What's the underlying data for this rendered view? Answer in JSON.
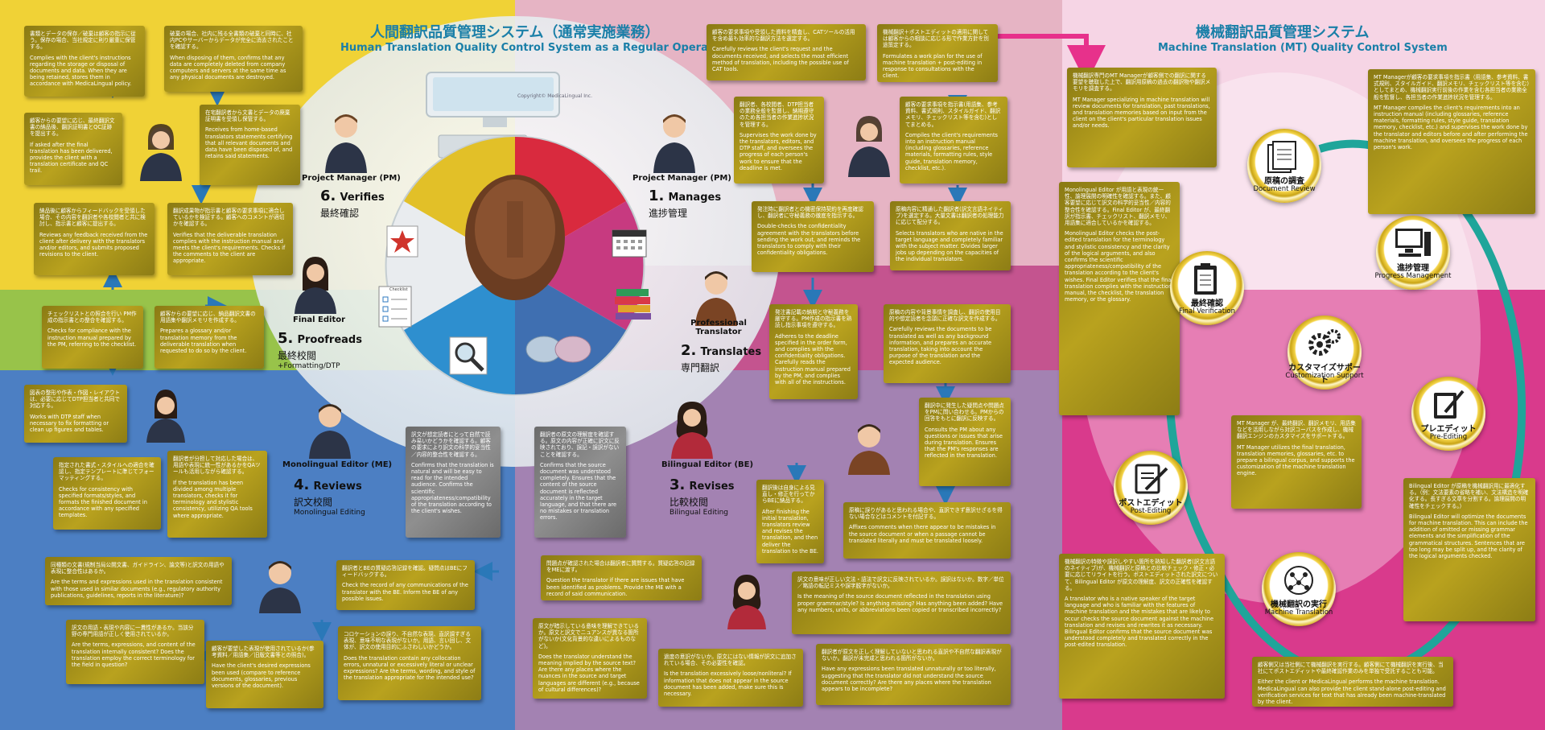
{
  "left_title": {
    "jp": "人間翻訳品質管理システム（通常実施業務）",
    "en": "Human Translation Quality Control System as a Regular Operation"
  },
  "right_title": {
    "jp": "機械翻訳品質管理システム",
    "en": "Machine Translation (MT) Quality Control System"
  },
  "monitor_copyright": "Copyright© MedicaLingual Inc.",
  "steps": {
    "s1": {
      "num": "1.",
      "en": "Manages",
      "jp": "進捗管理"
    },
    "s2": {
      "num": "2.",
      "en": "Translates",
      "jp": "専門翻訳"
    },
    "s3": {
      "num": "3.",
      "en": "Revises",
      "jp": "比較校閲",
      "sub": "Bilingual Editing"
    },
    "s4": {
      "num": "4.",
      "en": "Reviews",
      "jp": "訳文校閲",
      "sub": "Monolingual Editing"
    },
    "s5": {
      "num": "5.",
      "en": "Proofreads",
      "jp": "最終校閲",
      "sub": "+Formatting/DTP"
    },
    "s6": {
      "num": "6.",
      "en": "Verifies",
      "jp": "最終確認"
    }
  },
  "roles": {
    "pm_left": "Project Manager (PM)",
    "pm_right": "Project Manager (PM)",
    "translator": "Professional Translator",
    "bilingual": "Bilingual Editor (BE)",
    "monolingual": "Monolingual Editor (ME)",
    "final": "Final Editor"
  },
  "checklist_label": "Checklist",
  "human_boxes": [
    {
      "jp": "書類とデータの保存／破棄は顧客の指示に従う。保存の場合、当社規定に則り厳重に保管する。",
      "en": "Complies with the client's instructions regarding the storage or disposal of documents and data. When they are being retained, stores them in accordance with MedicaLingual policy."
    },
    {
      "jp": "破棄の場合、社内に残る全書類の破棄と同時に、社内PCやサーバーからデータが完全に消去されたことを確認する。",
      "en": "When disposing of them, confirms that any data are completely deleted from company computers and servers at the same time as any physical documents are destroyed."
    },
    {
      "jp": "顧客からの要望に応じ、最終翻訳文書の納品後、翻訳証明書とQC証跡を提出する。",
      "en": "If asked after the final translation has been delivered, provides the client with a translation certificate and QC trail."
    },
    {
      "jp": "在宅翻訳者から文書とデータの廃棄証明書を受領し保管する。",
      "en": "Receives from home-based translators statements certifying that all relevant documents and data have been disposed of, and retains said statements."
    },
    {
      "jp": "納品後に顧客からフィードバックを受領した場合、その内容を翻訳者や各校閲者と共に検討し、指示書と顧客に提出する。",
      "en": "Reviews any feedback received from the client after delivery with the translators and/or editors, and submits proposed revisions to the client."
    },
    {
      "jp": "翻訳成果物が指示書と顧客の要求事項に適合しているかを検証する。顧客へのコメントが適切かを確認する。",
      "en": "Verifies that the deliverable translation complies with the instruction manual and meets the client's requirements. Checks if the comments to the client are appropriate."
    },
    {
      "jp": "チェックリストとの照合を行い PM作成の指示書との整合を確認する。",
      "en": "Checks for compliance with the instruction manual prepared by the PM, referring to the checklist."
    },
    {
      "jp": "顧客からの要望に応じ、納品翻訳文書の用語集や翻訳メモリを作成する。",
      "en": "Prepares a glossary and/or translation memory from the deliverable translation when requested to do so by the client."
    },
    {
      "jp": "図表の整形や作表・作図・レイアウトは、必要に応じてDTP担当者と共同で対応する。",
      "en": "Works with DTP staff when necessary to fix formatting or clean up figures and tables."
    },
    {
      "jp": "指定された書式・スタイルへの適合を確認し、指定テンプレートに準じてフォーマッティングする。",
      "en": "Checks for consistency with specified formats/styles, and formats the finished document in accordance with any specified templates."
    },
    {
      "jp": "翻訳者が分担して対応した場合は、用語や表現に統一性があるかをQAツールも活用しながら確認する。",
      "en": "If the translation has been divided among multiple translators, checks it for terminology and stylistic consistency, utilizing QA tools where appropriate."
    },
    {
      "jp": "訳文が想定読者にとって自然で読み易いかどうかを確認する。顧客の要求により訳文の科学的妥当性／内容的整合性を確認する。",
      "en": "Confirms that the translation is natural and will be easy to read for the intended audience. Confirms the scientific appropriateness/compatibility of the translation according to the client's wishes."
    },
    {
      "jp": "翻訳者の原文の理解度を確認する。原文の内容が正確に訳文に反映されており、誤記・誤訳がないことを確認する。",
      "en": "Confirms that the source document was understood completely. Ensures that the content of the source document is reflected accurately in the target language, and that there are no mistakes or translation errors."
    },
    {
      "jp": "同種類の文書(規制当局公開文書、ガイドライン、論文等)と訳文の用語や表現に整合性はあるか。",
      "en": "Are the terms and expressions used in the translation consistent with those used in similar documents (e.g., regulatory authority publications, guidelines, reports in the literature)?"
    },
    {
      "jp": "翻訳者とBEの質疑応答記録を確認。疑問点はBEにフィードバックする。",
      "en": "Check the record of any communications of the translator with the BE. Inform the BE of any possible issues."
    },
    {
      "jp": "訳文の用語・表現や内容に一貫性があるか。当該分野の専門用語が正しく使用されているか。",
      "en": "Are the terms, expressions, and content of the translation internally consistent? Does the translation employ the correct terminology for the field in question?"
    },
    {
      "jp": "顧客が要望した表現が使用されているか(参考資料／用語集／旧版文書等との照合)。",
      "en": "Have the client's desired expressions been used (compare to reference documents, glossaries, previous versions of the document)."
    },
    {
      "jp": "コロケーションの誤り、不自然な表現、直訳調すぎる表現、意味不明な表現がないか。用語、言い回し、文体が、訳文の使用目的にふさわしいかどうか。",
      "en": "Does the translation contain any collocation errors, unnatural or excessively literal or unclear expressions? Are the terms, wording, and style of the translation appropriate for the intended use?"
    },
    {
      "jp": "問題点が確認された場合は翻訳者に質問する。質疑応答の記録をMEに渡す。",
      "en": "Question the translator if there are issues that have been identified as problems. Provide the ME with a record of said communication."
    },
    {
      "jp": "原文が暗示している意味を理解できているか。原文と訳文でニュアンスが異なる箇所がないか(文化背景的な違いによるものなど)。",
      "en": "Does the translator understand the meaning implied by the source text? Are there any places where the nuances in the source and target languages are different (e.g., because of cultural differences)?"
    },
    {
      "jp": "過度の意訳がないか。原文にはない情報が訳文に追加されている場合、その必要性を確認。",
      "en": "Is the translation excessively loose/nonliteral? If information that does not appear in the source document has been added, make sure this is necessary."
    },
    {
      "jp": "翻訳者が原文を正しく理解していないと思われる直訳や不自然な翻訳表現がないか。翻訳が未完成と思われる箇所がないか。",
      "en": "Have any expressions been translated unnaturally or too literally, suggesting that the translator did not understand the source document correctly? Are there any places where the translation appears to be incomplete?"
    },
    {
      "jp": "訳文の意味が正しい文法・語法で訳文に反映されているか。誤訳はないか。数字／単位／略語の転記ミスや誤字脱字がないか。",
      "en": "Is the meaning of the source document reflected in the translation using proper grammar/style? Is anything missing? Has anything been added? Have any numbers, units, or abbreviations been copied or transcribed incorrectly?"
    },
    {
      "jp": "翻訳後は自身による見直し・修正を行ってからBEに納品する。",
      "en": "After finishing the initial translation, translators review and revises the translation, and then deliver the translation to the BE."
    },
    {
      "jp": "原稿に誤りがあると思われる場合や、直訳できず意訳せざるを得ない場合などはコメントを付記する。",
      "en": "Affixes comments when there appear to be mistakes in the source document or when a passage cannot be translated literally and must be translated loosely."
    },
    {
      "jp": "翻訳中に発生した疑問点や問題点をPMに問い合わせる。PMからの回答をもとに翻訳に反映する。",
      "en": "Consults the PM about any questions or issues that arise during translation. Ensures that the PM's responses are reflected in the translation."
    },
    {
      "jp": "発注書記載の納期と守秘義務を厳守する。PM作成の指示書を熟読し指示事項を遵守する。",
      "en": "Adheres to the deadline specified in the order form, and complies with the confidentiality obligations. Carefully reads the instruction manual prepared by the PM, and complies with all of the instructions."
    },
    {
      "jp": "原稿の内容や背景事情を調査し、翻訳の使用目的や想定読者を念頭に正確な訳文を作成する。",
      "en": "Carefully reviews the documents to be translated as well as any background information, and prepares an accurate translation, taking into account the purpose of the translation and the expected audience."
    },
    {
      "jp": "発注時に翻訳者との機密保持契約を再度確認し、翻訳者に守秘義務の徹底を指示する。",
      "en": "Double-checks the confidentiality agreement with the translators before sending the work out, and reminds the translators to comply with their confidentiality obligations."
    },
    {
      "jp": "原稿内容に精通した翻訳者(訳文言語ネイティブ)を選定する。大量文書は翻訳者の処理能力に応じて配分する。",
      "en": "Selects translators who are native in the target language and completely familiar with the subject matter. Divides larger jobs up depending on the capacities of the individual translators."
    },
    {
      "jp": "翻訳者、各校閲者、DTP担当者の業務全般を監督し、納期遵守のため各担当者の作業進捗状況を管理する。",
      "en": "Supervises the work done by the translators, editors, and DTP staff, and oversees the progress of each person's work to ensure that the deadline is met."
    },
    {
      "jp": "顧客の要求事項を指示書(用語集、参考資料、書式規則、スタイルガイド、翻訳メモリ、チェックリスト等を含む)としてまとめる。",
      "en": "Compiles the client's requirements into an instruction manual (including glossaries, reference materials, formatting rules, style guide, translation memory, checklist, etc.)."
    },
    {
      "jp": "顧客の要求事項や受領した資料を精査し、CATツールの活用を含め最も効率的な翻訳方法を選定する。",
      "en": "Carefully reviews the client's request and the documents received, and selects the most efficient method of translation, including the possible use of CAT tools."
    },
    {
      "jp": "機械翻訳＋ポストエディットの適用に関しては顧客からの相談に応じる形で作業方針を別途策定する。",
      "en": "Formulates a work plan for the use of machine translation + post-editing in response to consultations with the client."
    }
  ],
  "mt_nodes": {
    "n1": {
      "jp": "原稿の調査",
      "en": "Document Review"
    },
    "n2": {
      "jp": "進捗管理",
      "en": "Progress Management"
    },
    "n3": {
      "jp": "カスタマイズサポート",
      "en": "Customization Support"
    },
    "n4": {
      "jp": "プレエディット",
      "en": "Pre-Editing"
    },
    "n5": {
      "jp": "機械翻訳の実行",
      "en": "Machine Translation"
    },
    "n6": {
      "jp": "ポストエディット",
      "en": "Post-Editing"
    },
    "n7": {
      "jp": "最終確認",
      "en": "Final Verification"
    }
  },
  "mt_boxes": [
    {
      "jp": "機械翻訳専門のMT Managerが顧客側での翻訳に関する要望を聴取した上で、翻訳用原稿の過去の翻訳物や翻訳メモリを調査する。",
      "en": "MT Manager specializing in machine translation will review documents for translation, past translations, and translation memories based on input from the client on the client's particular translation issues and/or needs."
    },
    {
      "jp": "MT Managerが顧客の要求事項を指示書（用語集、参考資料、書式規則、スタイルガイド、翻訳メモリ、チェックリスト等を含む）としてまとめ、機械翻訳実行前後の作業を含む各担当者の業務全般を監督し、各担当者の作業進捗状況を管理する。",
      "en": "MT Manager compiles the client's requirements into an instruction manual (including glossaries, reference materials, formatting rules, style guide, translation memory, checklist, etc.) and supervises the work done by the translator and editors before and after performing the machine translation, and oversees the progress of each person's work."
    },
    {
      "jp": "Monolingual Editor が用語と表現の統一性、論理展開の明確性を確認する。また、顧客要望に応じて訳文の科学的妥当性／内容的整合性を確認する。Final Editor が、最終翻訳が指示書、チェックリスト、翻訳メモリ、用語集に適合しているかを確認する。",
      "en": "Monolingual Editor checks the post-edited translation for the terminology and stylistic consistency and the clarity of the logical arguments, and also confirms the scientific appropriateness/compatibility of the translation according to the client's wishes. Final Editor verifies that the final translation complies with the instruction manual, the checklist, the translation memory, or the glossary."
    },
    {
      "jp": "MT Manager が、最終翻訳、翻訳メモリ、用語集などを活用しながら対訳コーパスを作成し、機械翻訳エンジンのカスタマイズをサポートする。",
      "en": "MT Manager utilizes the final translation, translation memories, glossaries, etc. to prepare a bilingual corpus, and supports the customization of the machine translation engine."
    },
    {
      "jp": "Bilingual Editor が原稿を機械翻訳用に最適化する。（例：文法要素の省略を補い、文法構造を明確化する。長すぎる文章を分割する。論理展開の明確性をチェックする。）",
      "en": "Bilingual Editor will optimize the documents for machine translation. This can include the addition of omitted or missing grammar elements and the simplification of the grammatical structures. Sentences that are too long may be split up, and the clarity of the logical arguments checked."
    },
    {
      "jp": "機械翻訳の特徴や誤訳しやすい箇所を熟知した翻訳者(訳文言語のネイティブ)が、機械翻訳と原稿との比較チェック・修正・必要に応じてリライトを行う。ポストエディットされた訳文について、Bilingual Editor が原文の理解度、訳文の正確性を確認する。",
      "en": "A translator who is a native speaker of the target language and who is familiar with the features of machine translation and the mistakes that are likely to occur checks the source document against the machine translation and revises and rewrites it as necessary. Bilingual Editor confirms that the source document was understood completely and translated correctly in the post-edited translation."
    },
    {
      "jp": "顧客側又は当社側にて機械翻訳を実行する。顧客側にて機械翻訳を実行後、当社にてポストエディットや最終確認作業のみを単独で受託することも可能。",
      "en": "Either the client or MedicaLingual performs the machine translation. MedicaLingual can also provide the client stand-alone post-editing and verification services for text that has already been machine-translated by the client."
    }
  ],
  "colors": {
    "magenta": "#e7318b",
    "teal": "#1fa59a",
    "gold": "#c9a415",
    "title_blue": "#1a7fa8"
  }
}
